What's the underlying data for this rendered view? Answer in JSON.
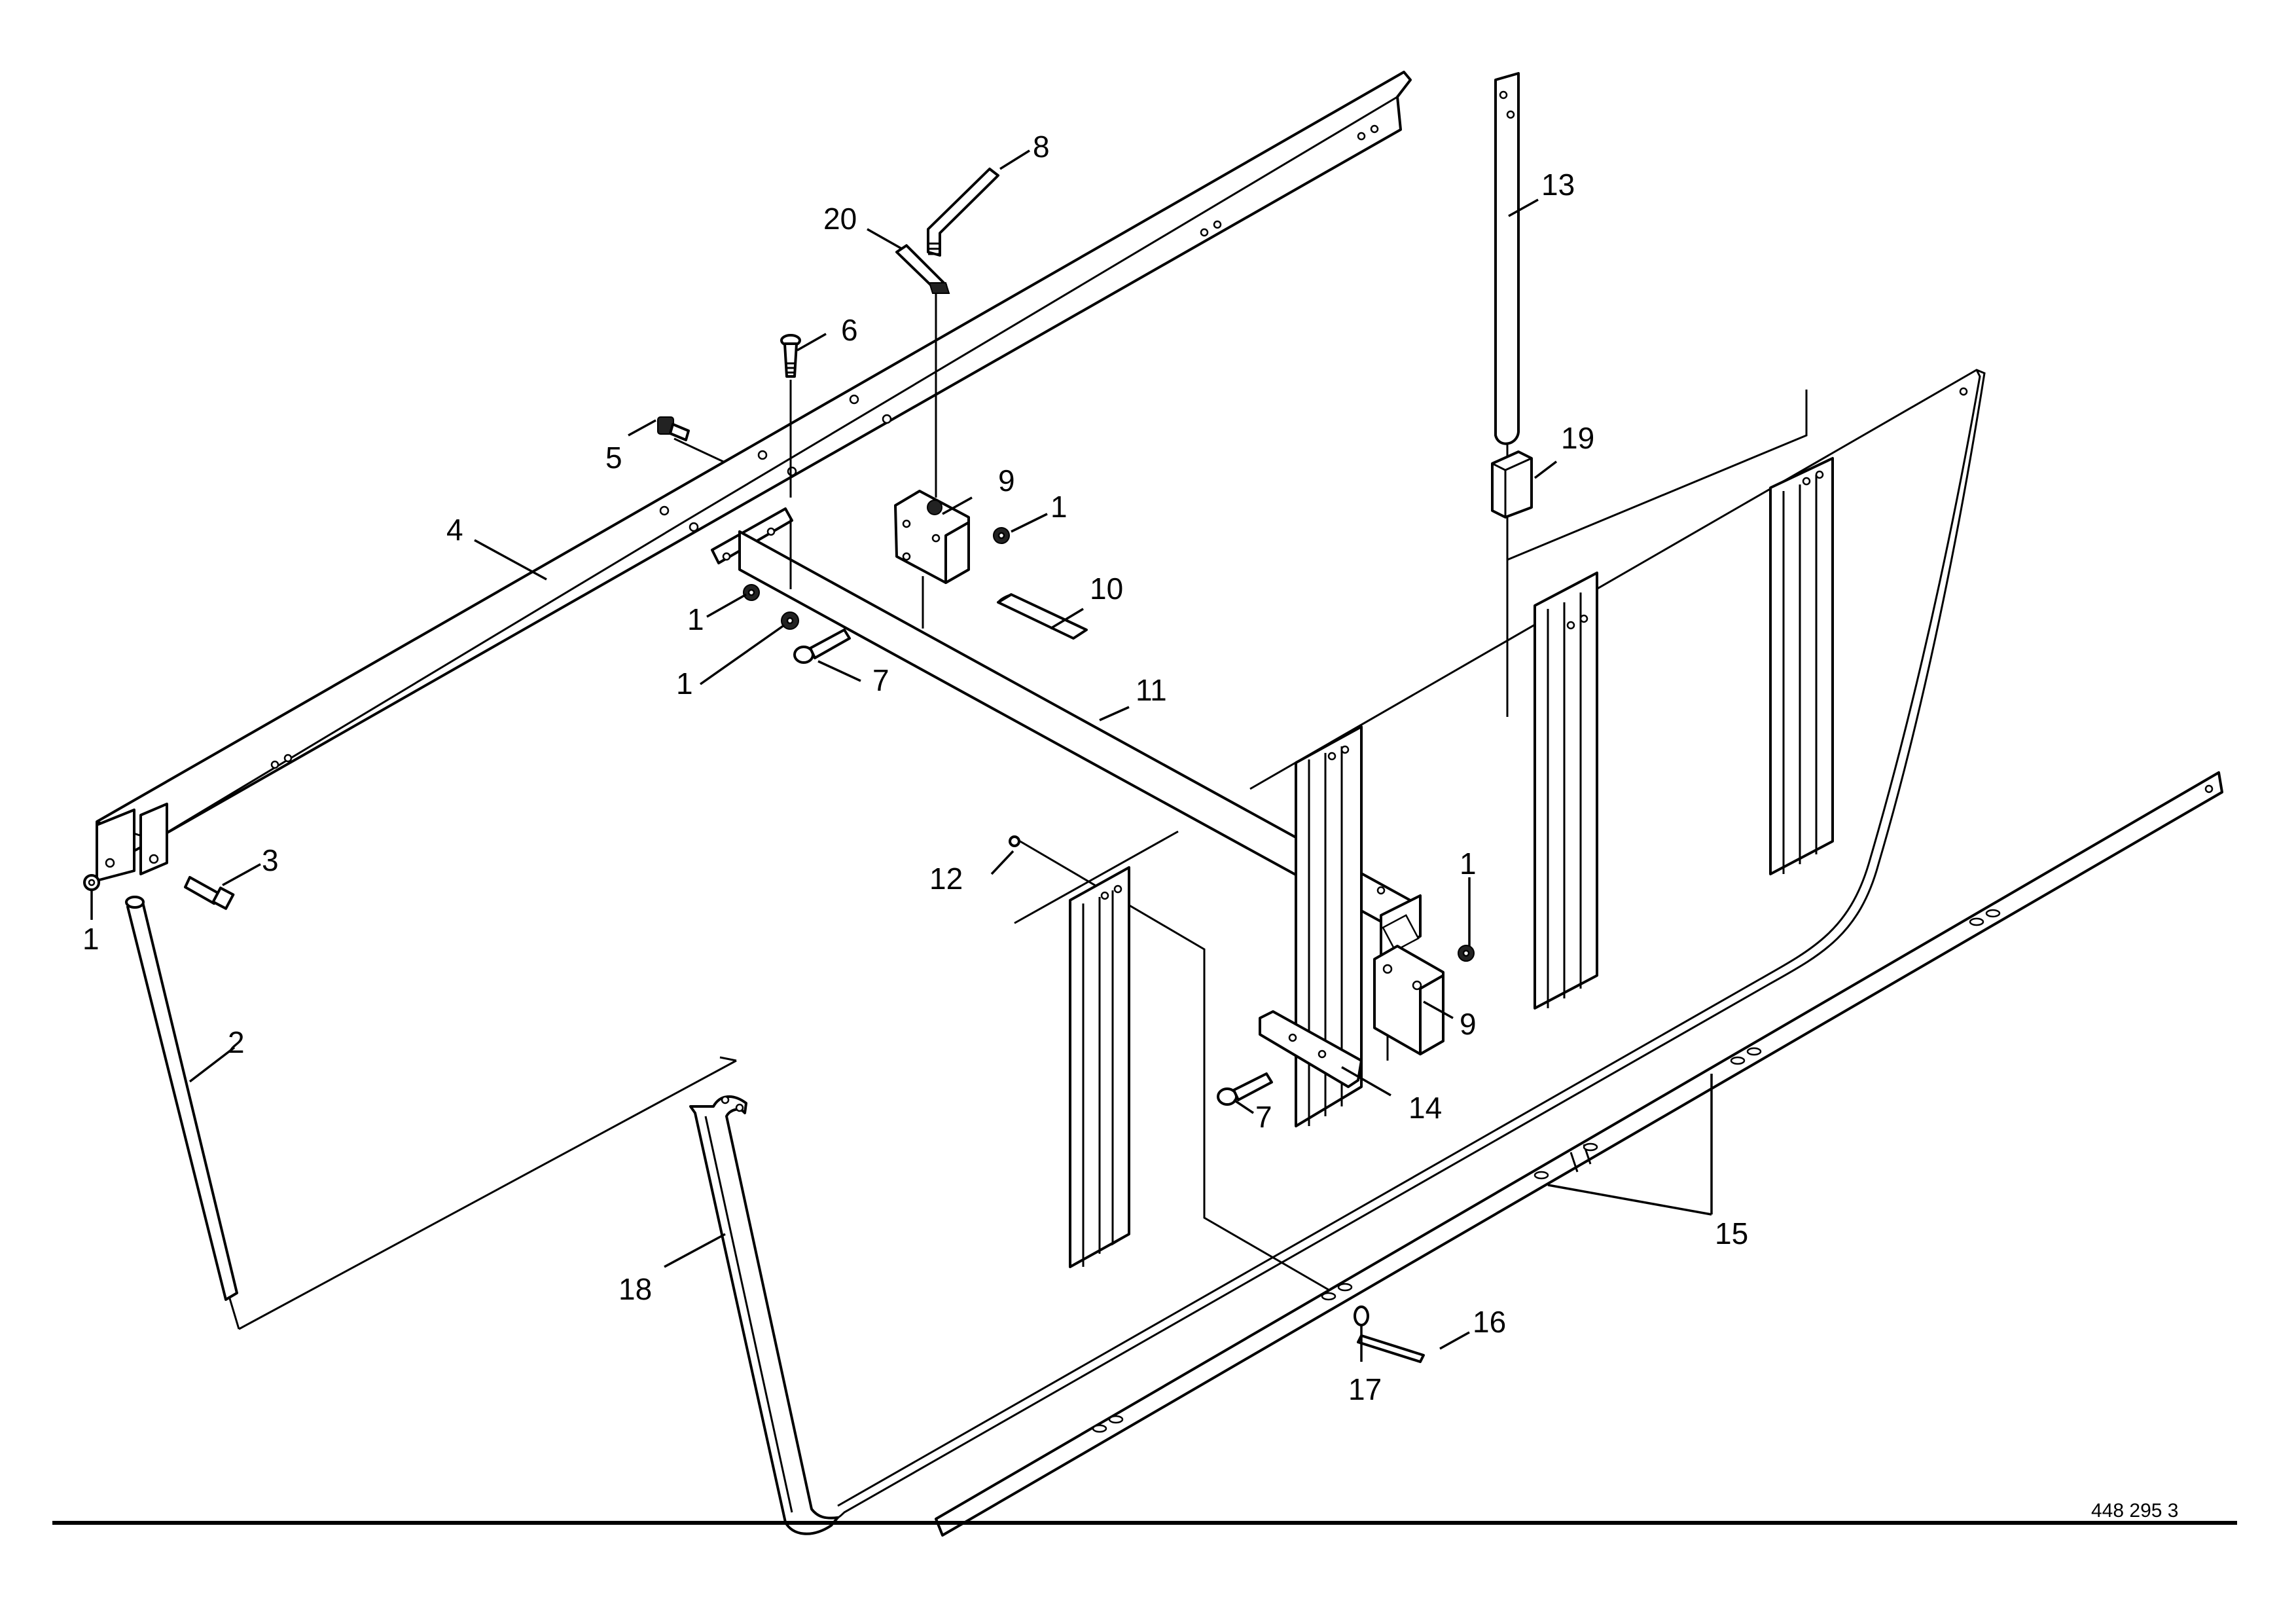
{
  "drawing_number": "448 295 3",
  "callouts": [
    {
      "id": "c1a",
      "text": "1"
    },
    {
      "id": "c1b",
      "text": "1"
    },
    {
      "id": "c1c",
      "text": "1"
    },
    {
      "id": "c1d",
      "text": "1"
    },
    {
      "id": "c1e",
      "text": "1"
    },
    {
      "id": "c2",
      "text": "2"
    },
    {
      "id": "c3",
      "text": "3"
    },
    {
      "id": "c4",
      "text": "4"
    },
    {
      "id": "c5",
      "text": "5"
    },
    {
      "id": "c6",
      "text": "6"
    },
    {
      "id": "c7a",
      "text": "7"
    },
    {
      "id": "c7b",
      "text": "7"
    },
    {
      "id": "c8",
      "text": "8"
    },
    {
      "id": "c9a",
      "text": "9"
    },
    {
      "id": "c9b",
      "text": "9"
    },
    {
      "id": "c10",
      "text": "10"
    },
    {
      "id": "c11",
      "text": "11"
    },
    {
      "id": "c12",
      "text": "12"
    },
    {
      "id": "c13",
      "text": "13"
    },
    {
      "id": "c14",
      "text": "14"
    },
    {
      "id": "c15",
      "text": "15"
    },
    {
      "id": "c16",
      "text": "16"
    },
    {
      "id": "c17",
      "text": "17"
    },
    {
      "id": "c18",
      "text": "18"
    },
    {
      "id": "c19",
      "text": "19"
    },
    {
      "id": "c20",
      "text": "20"
    }
  ]
}
